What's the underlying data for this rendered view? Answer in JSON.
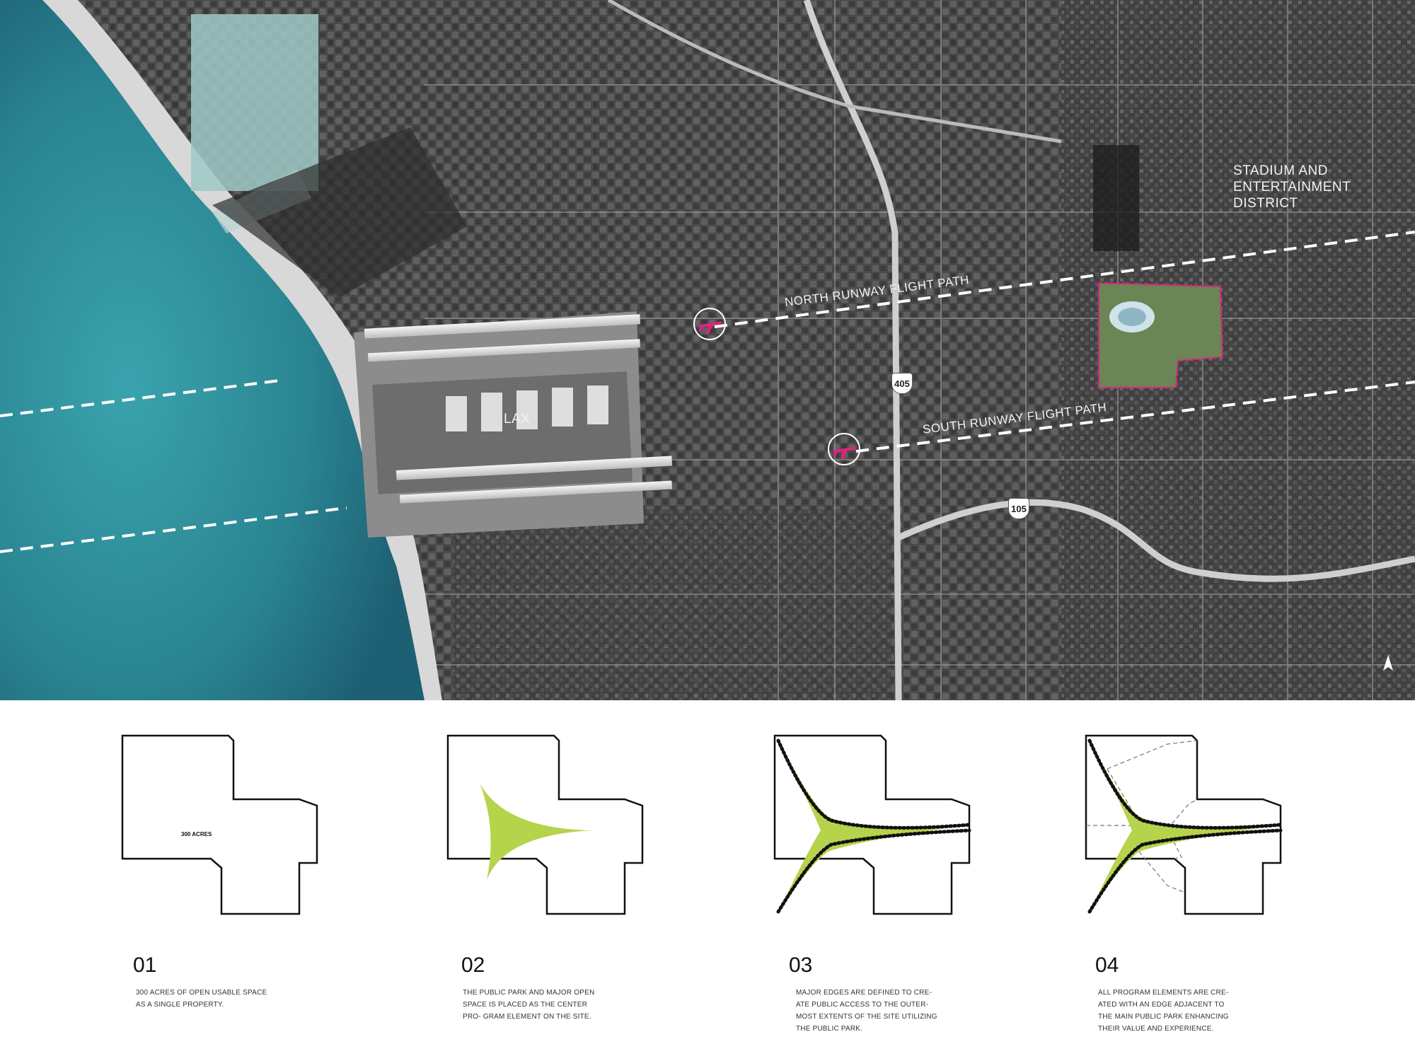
{
  "map": {
    "labels": {
      "stadium_line1": "STADIUM AND",
      "stadium_line2": "ENTERTAINMENT",
      "stadium_line3": "DISTRICT",
      "lax": "LAX",
      "north_runway": "NORTH RUNWAY FLIGHT PATH",
      "south_runway": "SOUTH RUNWAY FLIGHT PATH"
    },
    "highways": {
      "i405": "405",
      "i105": "105"
    },
    "icons": [
      "airplane-icon",
      "airplane-icon",
      "compass-north-icon"
    ],
    "colors": {
      "ocean": "#2e8f99",
      "site_outline": "#e0237f",
      "airplane": "#e0237f",
      "park": "#b6d34c",
      "flight_path": "#ffffff"
    }
  },
  "diagrams": {
    "acres_label": "300 ACRES",
    "steps": [
      {
        "num": "01",
        "desc": "300 ACRES OF OPEN USABLE SPACE AS A SINGLE PROPERTY."
      },
      {
        "num": "02",
        "desc": "THE PUBLIC PARK AND MAJOR OPEN SPACE IS PLACED AS THE CENTER PRO- GRAM ELEMENT ON THE SITE."
      },
      {
        "num": "03",
        "desc": "MAJOR EDGES ARE DEFINED TO CRE- ATE PUBLIC ACCESS TO THE OUTER- MOST EXTENTS OF THE SITE UTILIZING THE PUBLIC PARK."
      },
      {
        "num": "04",
        "desc": "ALL PROGRAM ELEMENTS ARE CRE- ATED WITH AN EDGE ADJACENT TO THE MAIN PUBLIC PARK ENHANCING THEIR VALUE AND EXPERIENCE."
      }
    ],
    "colors": {
      "outline": "#111111",
      "park_fill": "#b6d34c"
    }
  }
}
